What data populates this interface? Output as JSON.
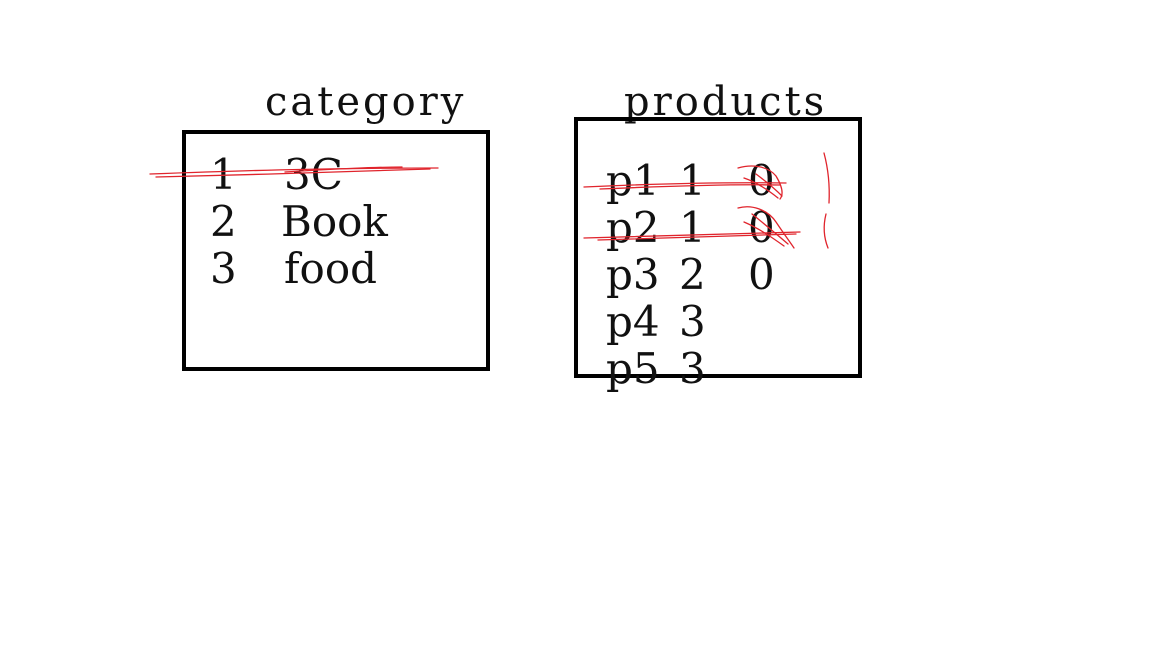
{
  "category": {
    "title": "category",
    "rows": [
      {
        "id": "1",
        "name": "3C",
        "crossed_out": true
      },
      {
        "id": "2",
        "name": "Book",
        "crossed_out": false
      },
      {
        "id": "3",
        "name": "food",
        "crossed_out": false
      }
    ]
  },
  "products": {
    "title": "products",
    "rows": [
      {
        "name": "p1",
        "category_id": "1",
        "value": "0",
        "crossed_out": true
      },
      {
        "name": "p2",
        "category_id": "1",
        "value": "0",
        "crossed_out": true
      },
      {
        "name": "p3",
        "category_id": "2",
        "value": "0",
        "crossed_out": false
      },
      {
        "name": "p4",
        "category_id": "3",
        "value": "",
        "crossed_out": false
      },
      {
        "name": "p5",
        "category_id": "3",
        "value": "",
        "crossed_out": false
      }
    ]
  },
  "annotation_color": "#e0242c"
}
